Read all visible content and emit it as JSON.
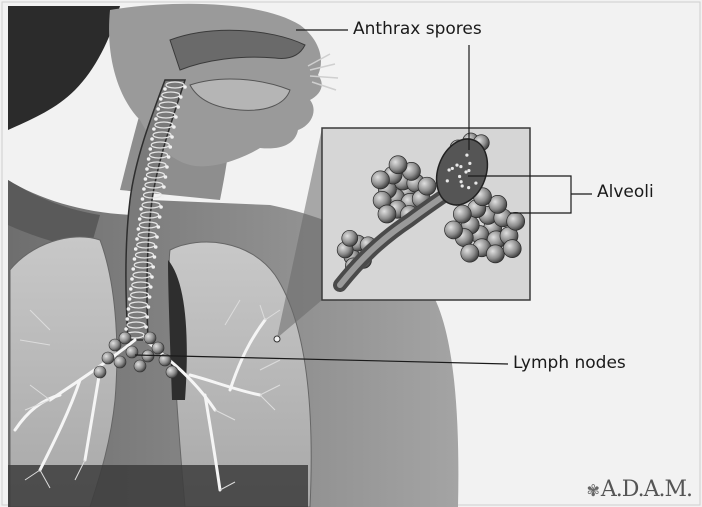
{
  "labels": {
    "anthrax_spores": "Anthrax spores",
    "alveoli": "Alveoli",
    "lymph_nodes": "Lymph nodes"
  },
  "logo": {
    "text": "A.D.A.M.",
    "mark_icon": "flower-icon"
  },
  "colors": {
    "background": "#f2f2f2",
    "skin_dark": "#2e2e2e",
    "tissue_mid": "#8a8a8a",
    "lung": "#bdbdbd",
    "inset_bg": "#d9d9d9"
  }
}
